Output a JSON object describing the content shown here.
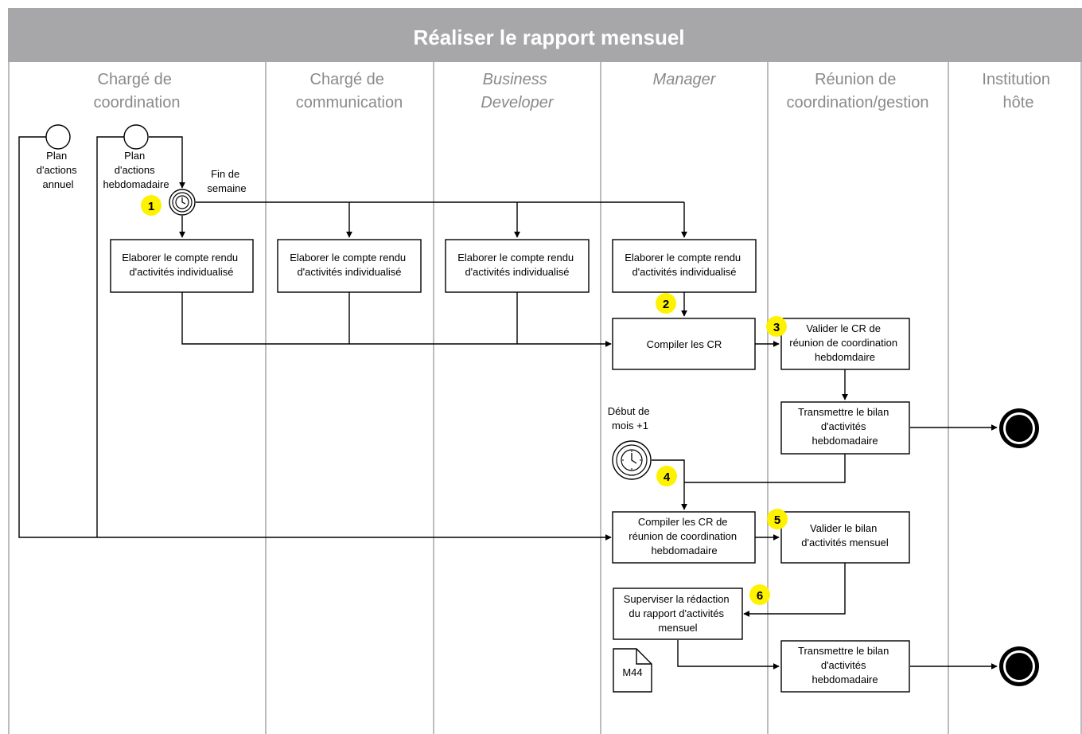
{
  "title": "Réaliser le rapport mensuel",
  "lanes": [
    {
      "lines": [
        "Chargé de",
        "coordination"
      ],
      "italic": false
    },
    {
      "lines": [
        "Chargé de",
        "communication"
      ],
      "italic": false
    },
    {
      "lines": [
        "Business",
        "Developer"
      ],
      "italic": true
    },
    {
      "lines": [
        "Manager"
      ],
      "italic": true
    },
    {
      "lines": [
        "Réunion de",
        "coordination/gestion"
      ],
      "italic": false
    },
    {
      "lines": [
        "Institution",
        "hôte"
      ],
      "italic": false
    }
  ],
  "start_events": [
    {
      "lines": [
        "Plan",
        "d'actions",
        "annuel"
      ]
    },
    {
      "lines": [
        "Plan",
        "d'actions",
        "hebdomadaire"
      ]
    }
  ],
  "timer_events": [
    {
      "lines": [
        "Fin de",
        "semaine"
      ]
    },
    {
      "lines": [
        "Début de",
        "mois +1"
      ]
    }
  ],
  "tasks": [
    {
      "lines": [
        "Elaborer le compte rendu",
        "d'activités individualisé"
      ]
    },
    {
      "lines": [
        "Elaborer le compte rendu",
        "d'activités individualisé"
      ]
    },
    {
      "lines": [
        "Elaborer le compte rendu",
        "d'activités individualisé"
      ]
    },
    {
      "lines": [
        "Elaborer le compte rendu",
        "d'activités individualisé"
      ]
    },
    {
      "lines": [
        "Compiler les CR"
      ]
    },
    {
      "lines": [
        "Valider le CR de",
        "réunion de coordination",
        "hebdomdaire"
      ]
    },
    {
      "lines": [
        "Transmettre le bilan",
        "d'activités",
        "hebdomadaire"
      ]
    },
    {
      "lines": [
        "Compiler les CR de",
        "réunion de coordination",
        "hebdomadaire"
      ]
    },
    {
      "lines": [
        "Valider le bilan",
        "d'activités mensuel"
      ]
    },
    {
      "lines": [
        "Superviser la rédaction",
        "du rapport d'activités",
        "mensuel"
      ]
    },
    {
      "lines": [
        "Transmettre le bilan",
        "d'activités",
        "hebdomadaire"
      ]
    }
  ],
  "document": {
    "label": "M44"
  },
  "badges": [
    "1",
    "2",
    "3",
    "4",
    "5",
    "6"
  ],
  "colors": {
    "header": "#a7a7a9",
    "lane_divider": "#bcbcbc",
    "lane_text": "#8a8a8a",
    "badge": "#fff200",
    "stroke": "#000000"
  }
}
